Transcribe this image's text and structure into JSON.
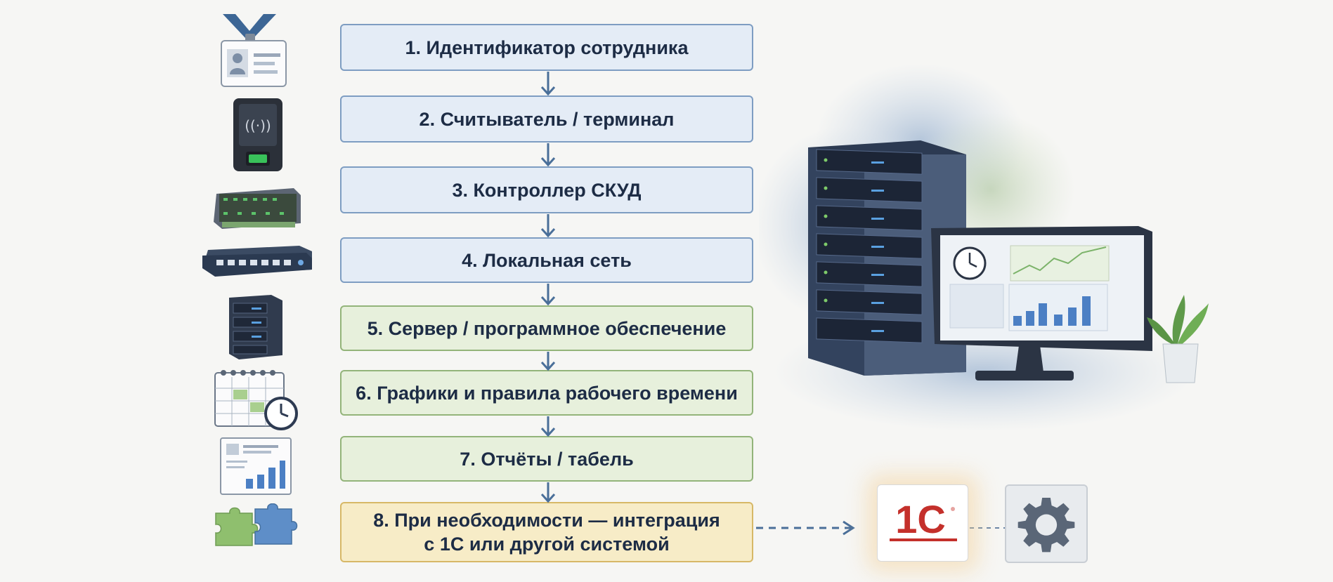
{
  "steps": [
    {
      "label": "1.  Идентификатор сотрудника",
      "tone": "blue"
    },
    {
      "label": "2.  Считыватель / терминал",
      "tone": "blue"
    },
    {
      "label": "3.  Контроллер СКУД",
      "tone": "blue"
    },
    {
      "label": "4.  Локальная сеть",
      "tone": "blue"
    },
    {
      "label": "5.  Сервер / программное обеспечение",
      "tone": "green"
    },
    {
      "label": "6.  Графики и правила рабочего времени",
      "tone": "green"
    },
    {
      "label": "7.  Отчёты / табель",
      "tone": "green"
    },
    {
      "label": "8.  При необходимости — интеграция с 1С или другой системой",
      "tone": "yellow",
      "line1": "8.  При необходимости — интеграция",
      "line2": "с 1С или другой системой"
    }
  ],
  "integration": {
    "logo_text": "1С",
    "logo_color": "#c4302b",
    "gear_icon": "gear-icon"
  },
  "colors": {
    "blue_fill": "#e4ecf6",
    "green_fill": "#e7f0dc",
    "yellow_fill": "#f7ecc7",
    "arrow": "#4a6f99"
  }
}
